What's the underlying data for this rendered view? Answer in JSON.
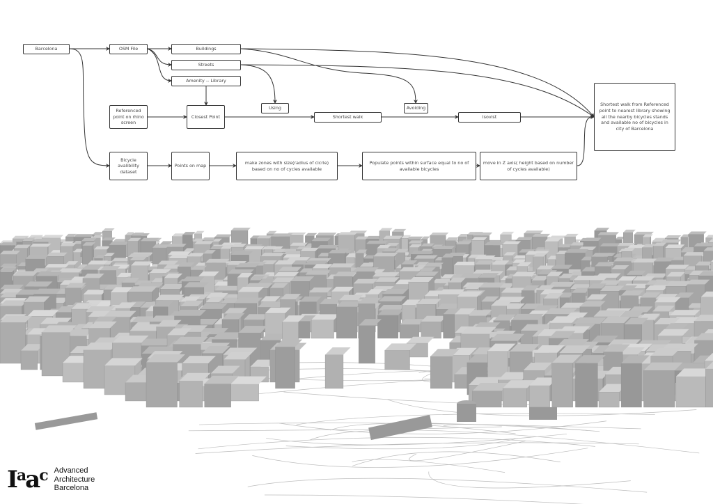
{
  "diagram": {
    "nodes": {
      "barcelona": "Barcelona",
      "osm_file": "OSM File",
      "buildings": "Buildings",
      "streets": "Streets",
      "amenity": "Amenity -- Library",
      "referenced_point": "Referenced point on rhino screen",
      "closest_point": "Closest Point",
      "using": "Using",
      "avoiding": "Avoiding",
      "shortest_walk": "Shortest walk",
      "isovist": "Isovist",
      "result": "Shortest walk from Referenced point to nearest library showing all the nearby bicycles stands and available no of bicycles in city of Barcelona",
      "bicycle_dataset": "Bicycle avalibility dataset",
      "points_on_map": "Points on map",
      "make_zones": "make zones with size(radius of cicrle) based on no of cycles available",
      "populate_points": "Populate points within surface equal to no of available bicycles",
      "move_z": "move in Z axis( height based on number of cycles available)"
    }
  },
  "logo": {
    "mark": "Iaac",
    "line1": "Advanced",
    "line2": "Architecture",
    "line3": "Barcelona"
  }
}
